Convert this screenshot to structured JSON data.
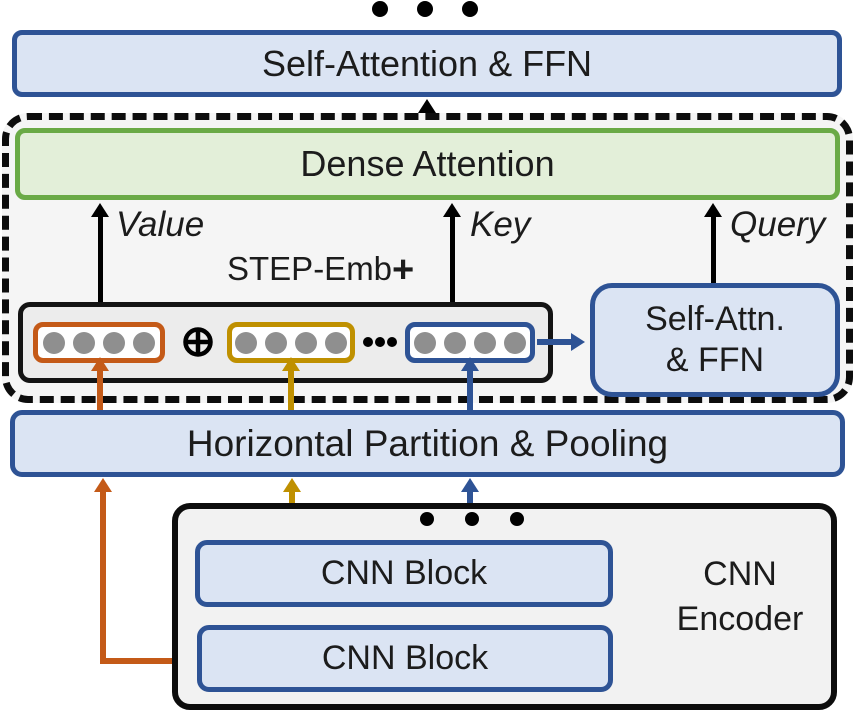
{
  "diagram": {
    "top": {
      "ellipsis": "more layers above",
      "self_attention_ffn": "Self-Attention & FFN"
    },
    "dashed_module": {
      "dense_attention": "Dense Attention",
      "value_label": "Value",
      "key_label": "Key",
      "query_label": "Query",
      "step_emb_label": "STEP-Emb",
      "step_emb_plus": "+",
      "circled_plus": "⊕",
      "tokens_ellipsis": "more token groups",
      "self_attn_line1": "Self-Attn.",
      "self_attn_line2": "& FFN"
    },
    "horizontal_partition_label": "Horizontal Partition & Pooling",
    "cnn_encoder": {
      "ellipsis": "more cnn blocks",
      "cnn_block_top": "CNN Block",
      "cnn_block_bottom": "CNN Block",
      "label_line1": "CNN",
      "label_line2": "Encoder"
    }
  },
  "colors": {
    "blue": "#2e5395",
    "lightblue": "#dbe4f3",
    "green": "#6aaa46",
    "lightgreen": "#e3efd9",
    "orange": "#c45a18",
    "gold": "#bf9000",
    "ink": "#141414",
    "graydot": "#8f8f8f",
    "panel": "#f5f5f5",
    "panel2": "#ececec",
    "panel3": "#f2f2f2"
  }
}
